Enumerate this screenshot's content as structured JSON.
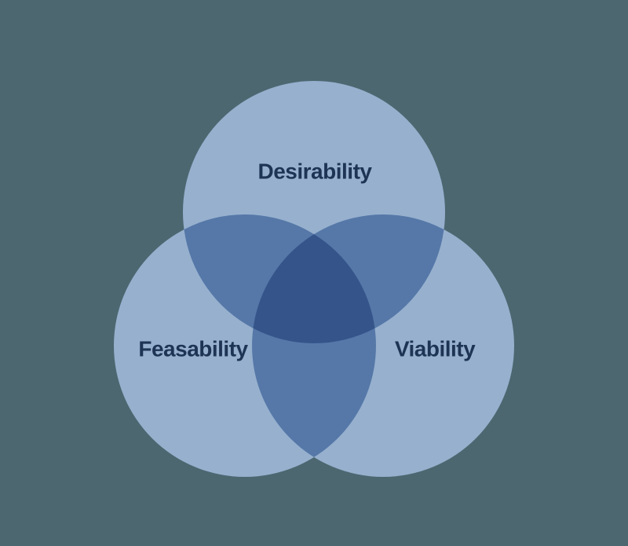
{
  "venn": {
    "sets": [
      {
        "position": "top",
        "label": "Desirability"
      },
      {
        "position": "left",
        "label": "Feasability"
      },
      {
        "position": "right",
        "label": "Viability"
      }
    ],
    "colors": {
      "background": "#4C6770",
      "circle": "#97B0CE",
      "pair_overlap": "#5578A8",
      "triple_overlap": "#35548A",
      "label_text": "#1E3454"
    }
  }
}
